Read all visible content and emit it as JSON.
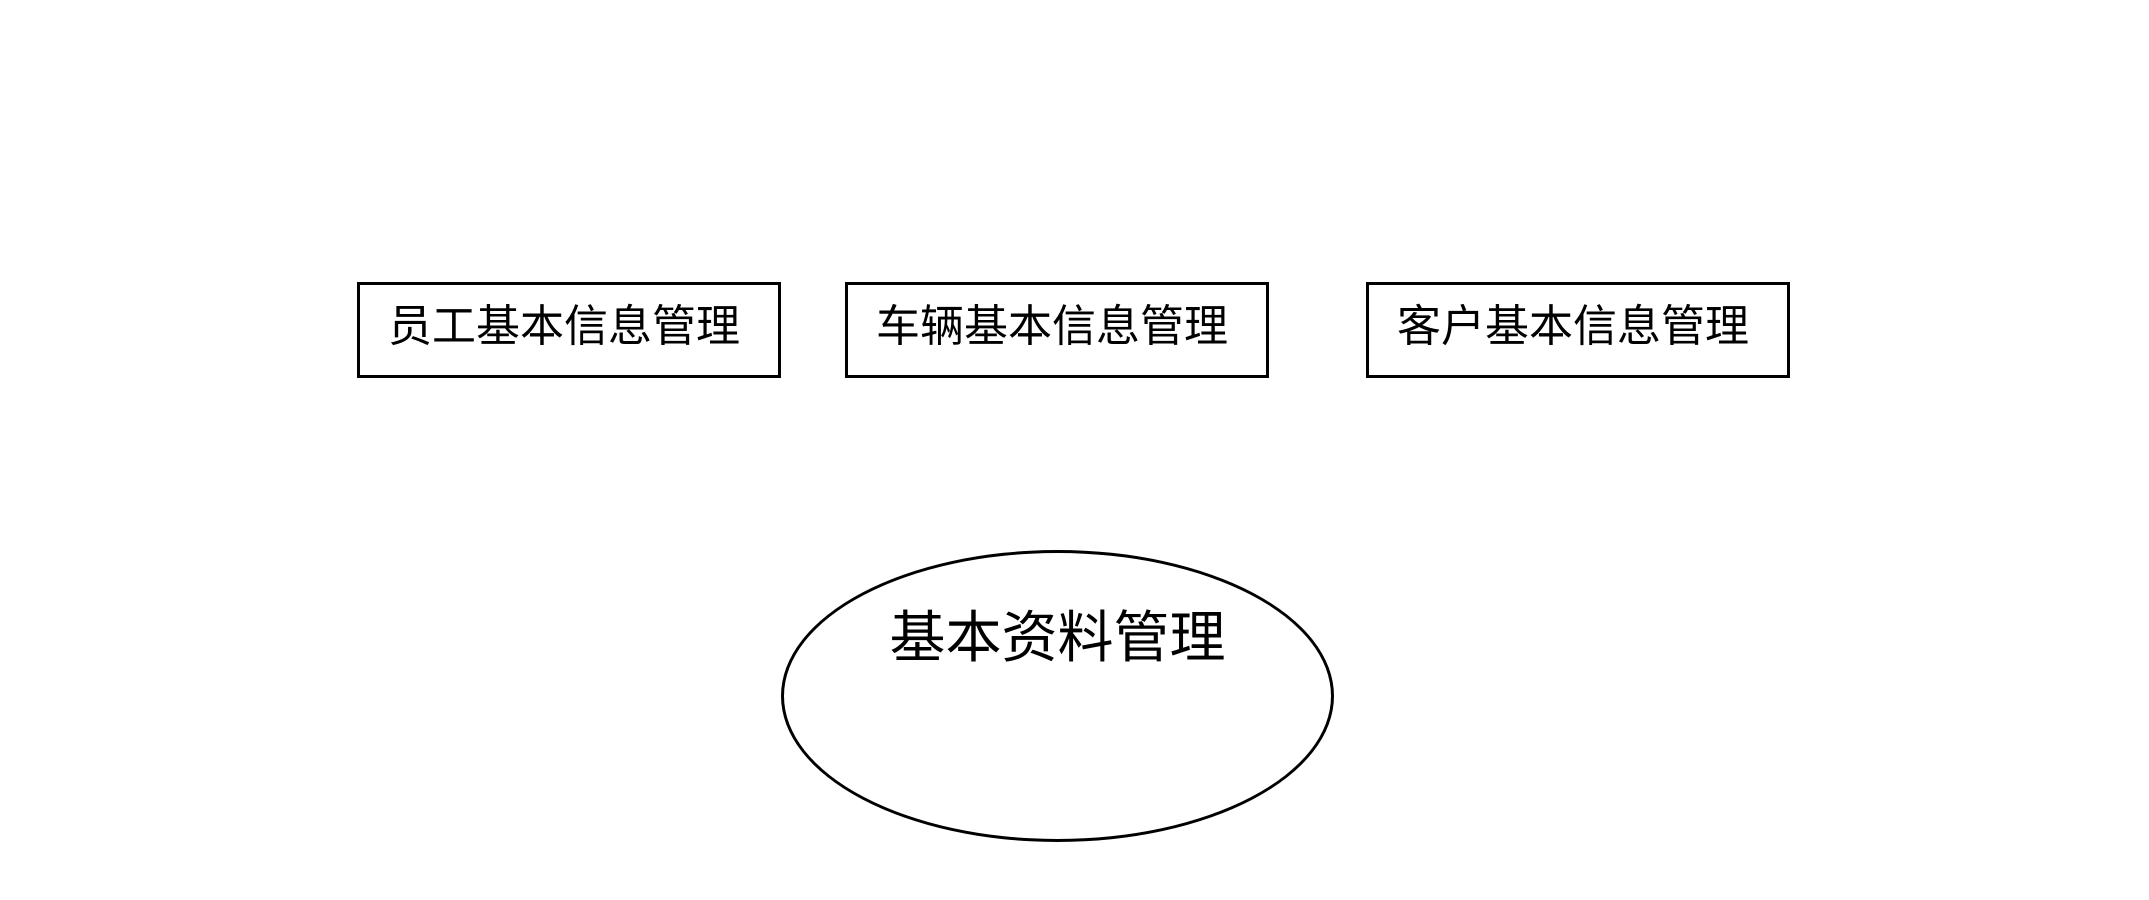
{
  "modules": [
    {
      "label": "员工基本信息管理"
    },
    {
      "label": "车辆基本信息管理"
    },
    {
      "label": "客户基本信息管理"
    }
  ],
  "core": {
    "label": "基本资料管理"
  },
  "colors": {
    "stroke": "#000000",
    "background": "#ffffff"
  }
}
